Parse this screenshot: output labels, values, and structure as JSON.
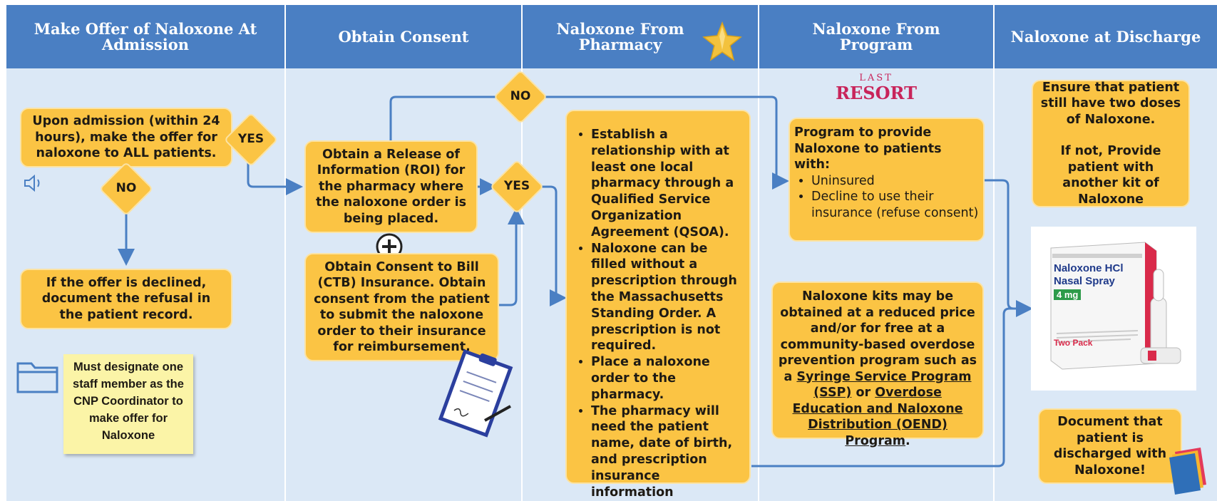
{
  "lanes": {
    "admission": "Make Offer of Naloxone At Admission",
    "consent": "Obtain Consent",
    "pharmacy": "Naloxone From Pharmacy",
    "program": "Naloxone From Program",
    "discharge": "Naloxone at Discharge"
  },
  "admission": {
    "offer_text": "Upon admission (within 24 hours), make the offer for naloxone to ALL patients.",
    "declined_text": "If the offer is declined, document the refusal in the patient record.",
    "note_text": "Must designate one staff member as the CNP Coordinator to make offer for Naloxone"
  },
  "decisions": {
    "yes_offer": "YES",
    "no_offer": "NO",
    "no_consent": "NO",
    "yes_consent": "YES"
  },
  "consent": {
    "roi_text": "Obtain a Release of Information (ROI) for the pharmacy where the naloxone order is being placed.",
    "ctb_text": "Obtain Consent to Bill (CTB) Insurance. Obtain consent from the patient to submit the naloxone order to their insurance for reimbursement."
  },
  "pharmacy": {
    "steps": [
      "Establish a relationship with at least one local pharmacy through a Qualified Service Organization Agreement (QSOA).",
      "Naloxone can be filled without a prescription through the Massachusetts Standing Order. A prescription is not required.",
      "Place a naloxone order to the pharmacy.",
      "The pharmacy will need the patient name, date of birth, and prescription insurance information"
    ]
  },
  "program": {
    "logo_top": "LAST",
    "logo_main": "RESORT",
    "provide_heading": "Program to provide Naloxone to patients with:",
    "provide_items": [
      "Uninsured",
      "Decline to use their insurance (refuse consent)"
    ],
    "kits_text_1": "Naloxone kits may be obtained at a reduced price and/or for free at a community-based overdose prevention program such as a",
    "kits_link_1": "Syringe Service Program (SSP)",
    "kits_or": "or",
    "kits_link_2": "Overdose Education and Naloxone Distribution (OEND) Program",
    "kits_end": "."
  },
  "discharge": {
    "ensure_text_1": "Ensure that patient still have two doses of Naloxone.",
    "ensure_text_2": "If not, Provide patient with another kit of Naloxone",
    "document_text": "Document that patient is discharged with Naloxone!"
  },
  "product": {
    "brand": "Naloxone HCl",
    "form": "Nasal Spray",
    "dose": "4 mg",
    "pack": "Two Pack"
  },
  "icons": [
    "speaker-icon",
    "folder-icon",
    "star-icon",
    "plus-circle-icon",
    "clipboard-icon",
    "folders-icon"
  ],
  "colors": {
    "header": "#4a7fc3",
    "lane": "#dbe8f6",
    "box": "#fbc444",
    "arrow": "#4a7fc3",
    "logo": "#c8245a"
  }
}
